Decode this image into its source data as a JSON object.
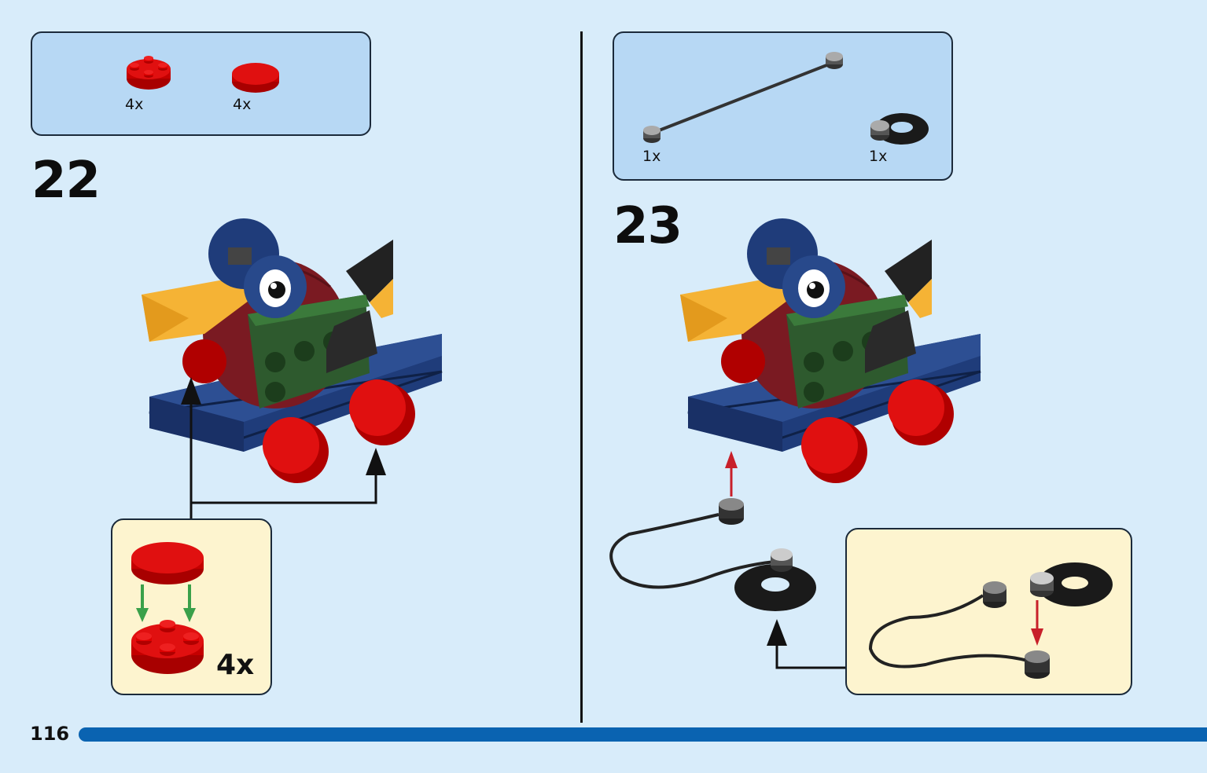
{
  "page": {
    "page_number": "116",
    "progress_percent": 100
  },
  "step_22": {
    "number": "22",
    "parts": [
      {
        "name": "red round plate 2x2 with axle hole",
        "qty": "4x"
      },
      {
        "name": "red round tile 2x2",
        "qty": "4x"
      }
    ],
    "callout_qty": "4x"
  },
  "step_23": {
    "number": "23",
    "parts": [
      {
        "name": "black string with studs",
        "qty": "1x"
      },
      {
        "name": "black pull ring",
        "qty": "1x"
      }
    ]
  },
  "colors": {
    "background": "#d8ecfa",
    "parts_box": "#b7d8f4",
    "callout": "#fdf4cf",
    "progress_bar": "#0a63b1",
    "brick_red": "#d40000",
    "brick_blue": "#1f3c7a",
    "brick_green": "#2e5a2e",
    "brick_darkred": "#7a1a22",
    "brick_yellow": "#f5b335",
    "arrow_green": "#3aa04a",
    "arrow_red": "#c8202a"
  }
}
